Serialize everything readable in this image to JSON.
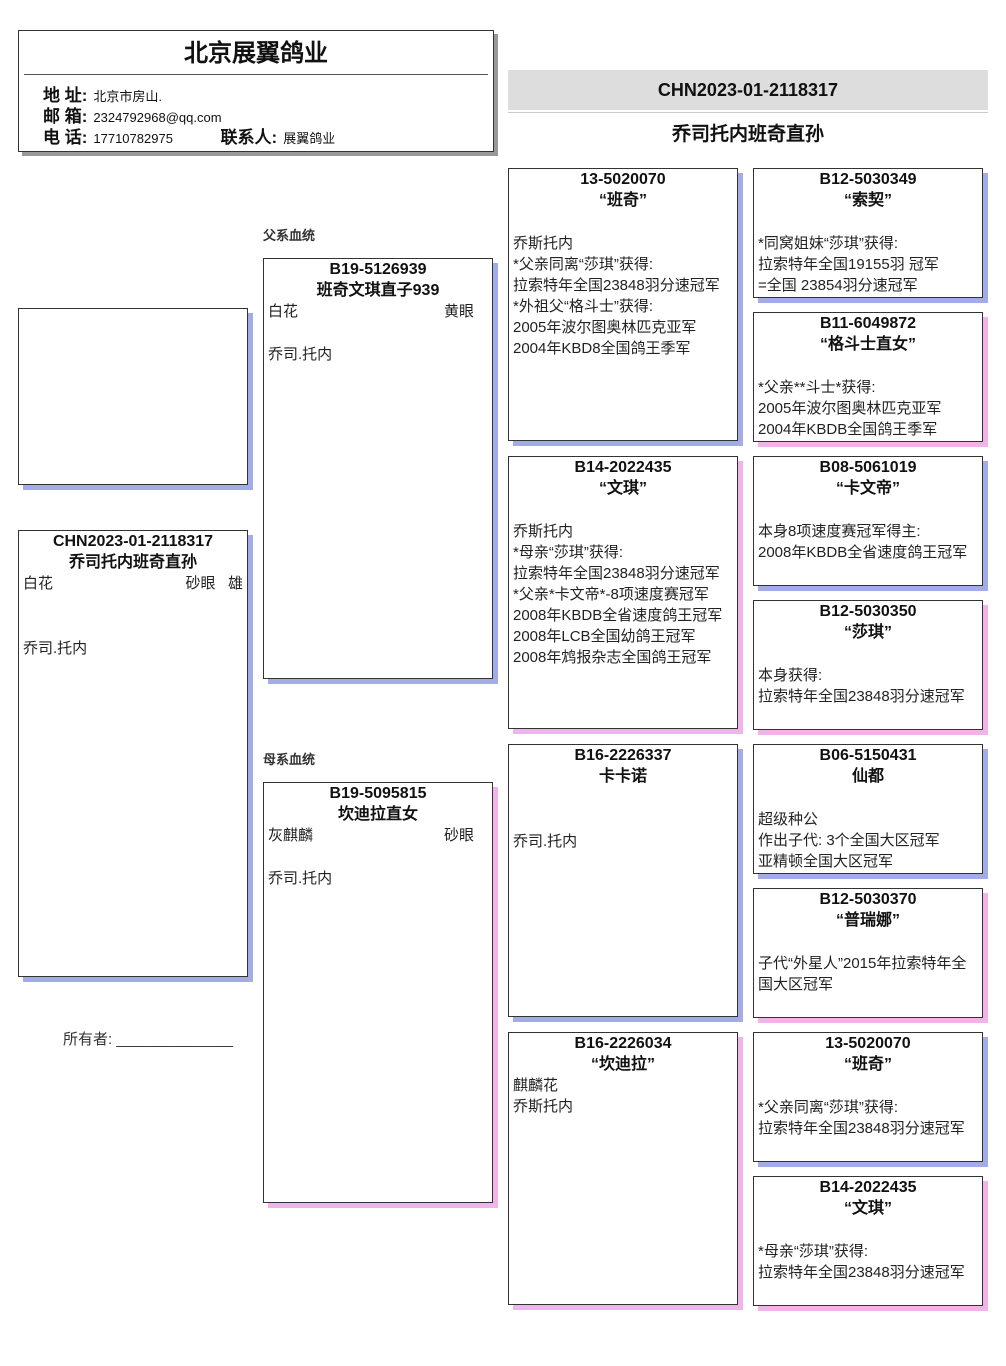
{
  "header": {
    "company": "北京展翼鸽业",
    "address_label": "地 址:",
    "address": "北京市房山.",
    "email_label": "邮 箱:",
    "email": "2324792968@qq.com",
    "phone_label": "电 话:",
    "phone": "17710782975",
    "contact_label": "联系人:",
    "contact": "展翼鸽业"
  },
  "title_band": {
    "ring": "CHN2023-01-2118317",
    "name": "乔司托内班奇直孙"
  },
  "subject": {
    "ring": "CHN2023-01-2118317",
    "name": "乔司托内班奇直孙",
    "color": "白花",
    "eye": "砂眼",
    "sex": "雄",
    "strain": "乔司.托内"
  },
  "owner": {
    "label": "所有者:",
    "line": "______________"
  },
  "sire_label": "父系血统",
  "dam_label": "母系血统",
  "sire": {
    "ring": "B19-5126939",
    "name": "班奇文琪直子939",
    "color": "白花",
    "eye": "黄眼",
    "strain": "乔司.托内"
  },
  "dam": {
    "ring": "B19-5095815",
    "name": "坎迪拉直女",
    "color": "灰麒麟",
    "eye": "砂眼",
    "strain": "乔司.托内"
  },
  "gen3": [
    {
      "ring": "13-5020070",
      "name": "“班奇”",
      "gap": true,
      "lines": [
        "乔斯托内",
        "*父亲同离“莎琪”获得:",
        "拉索特年全国23848羽分速冠军",
        "*外祖父“格斗士”获得:",
        "2005年波尔图奥林匹克亚军",
        "2004年KBD8全国鸽王季军"
      ]
    },
    {
      "ring": "B14-2022435",
      "name": "“文琪”",
      "gap": true,
      "lines": [
        "乔斯托内",
        "*母亲“莎琪”获得:",
        "拉索特年全国23848羽分速冠军",
        "*父亲*卡文帝*-8项速度赛冠军",
        "2008年KBDB全省速度鸽王冠军",
        "2008年LCB全国幼鸽王冠军",
        "2008年鸩报杂志全国鸽王冠军"
      ]
    },
    {
      "ring": "B16-2226337",
      "name": "卡卡诺",
      "gap": true,
      "lines": [
        "",
        "乔司.托内"
      ]
    },
    {
      "ring": "B16-2226034",
      "name": "“坎迪拉”",
      "gap": false,
      "lines": [
        "麒麟花",
        "乔斯托内"
      ]
    }
  ],
  "gen4": [
    {
      "ring": "B12-5030349",
      "name": "“索契”",
      "lines": [
        "*同窝姐妹“莎琪”获得:",
        "拉索特年全国19155羽 冠军",
        "=全国 23854羽分速冠军"
      ]
    },
    {
      "ring": "B11-6049872",
      "name": "“格斗士直女”",
      "lines": [
        "*父亲**斗士*获得:",
        "2005年波尔图奥林匹克亚军",
        "2004年KBDB全国鸽王季军"
      ]
    },
    {
      "ring": "B08-5061019",
      "name": "“卡文帝”",
      "lines": [
        "本身8项速度赛冠军得主:",
        "2008年KBDB全省速度鸽王冠军"
      ]
    },
    {
      "ring": "B12-5030350",
      "name": "“莎琪”",
      "lines": [
        "本身获得:",
        "拉索特年全国23848羽分速冠军"
      ]
    },
    {
      "ring": "B06-5150431",
      "name": "仙都",
      "lines": [
        "超级种公",
        "作出子代: 3个全国大区冠军",
        "亚精顿全国大区冠军"
      ]
    },
    {
      "ring": "B12-5030370",
      "name": "“普瑞娜”",
      "lines": [
        "子代“外星人”2015年拉索特年全国大区冠军"
      ]
    },
    {
      "ring": "13-5020070",
      "name": "“班奇”",
      "lines": [
        "*父亲同离“莎琪”获得:",
        "拉索特年全国23848羽分速冠军"
      ]
    },
    {
      "ring": "B14-2022435",
      "name": "“文琪”",
      "lines": [
        "*母亲“莎琪”获得:",
        "拉索特年全国23848羽分速冠军"
      ]
    }
  ],
  "colors": {
    "male_shadow": "#a3abe9",
    "female_shadow": "#f2b3ea",
    "band": "#dddddd"
  }
}
